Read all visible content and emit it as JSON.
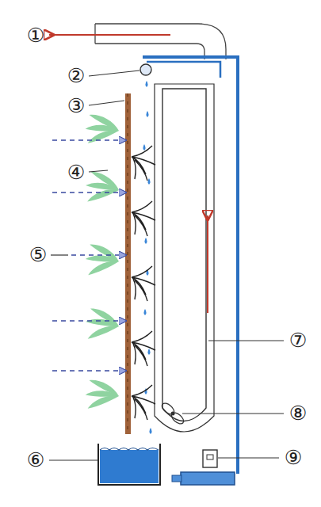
{
  "diagram": {
    "labels": [
      "①",
      "②",
      "③",
      "④",
      "⑤",
      "⑥",
      "⑦",
      "⑧",
      "⑨"
    ]
  }
}
